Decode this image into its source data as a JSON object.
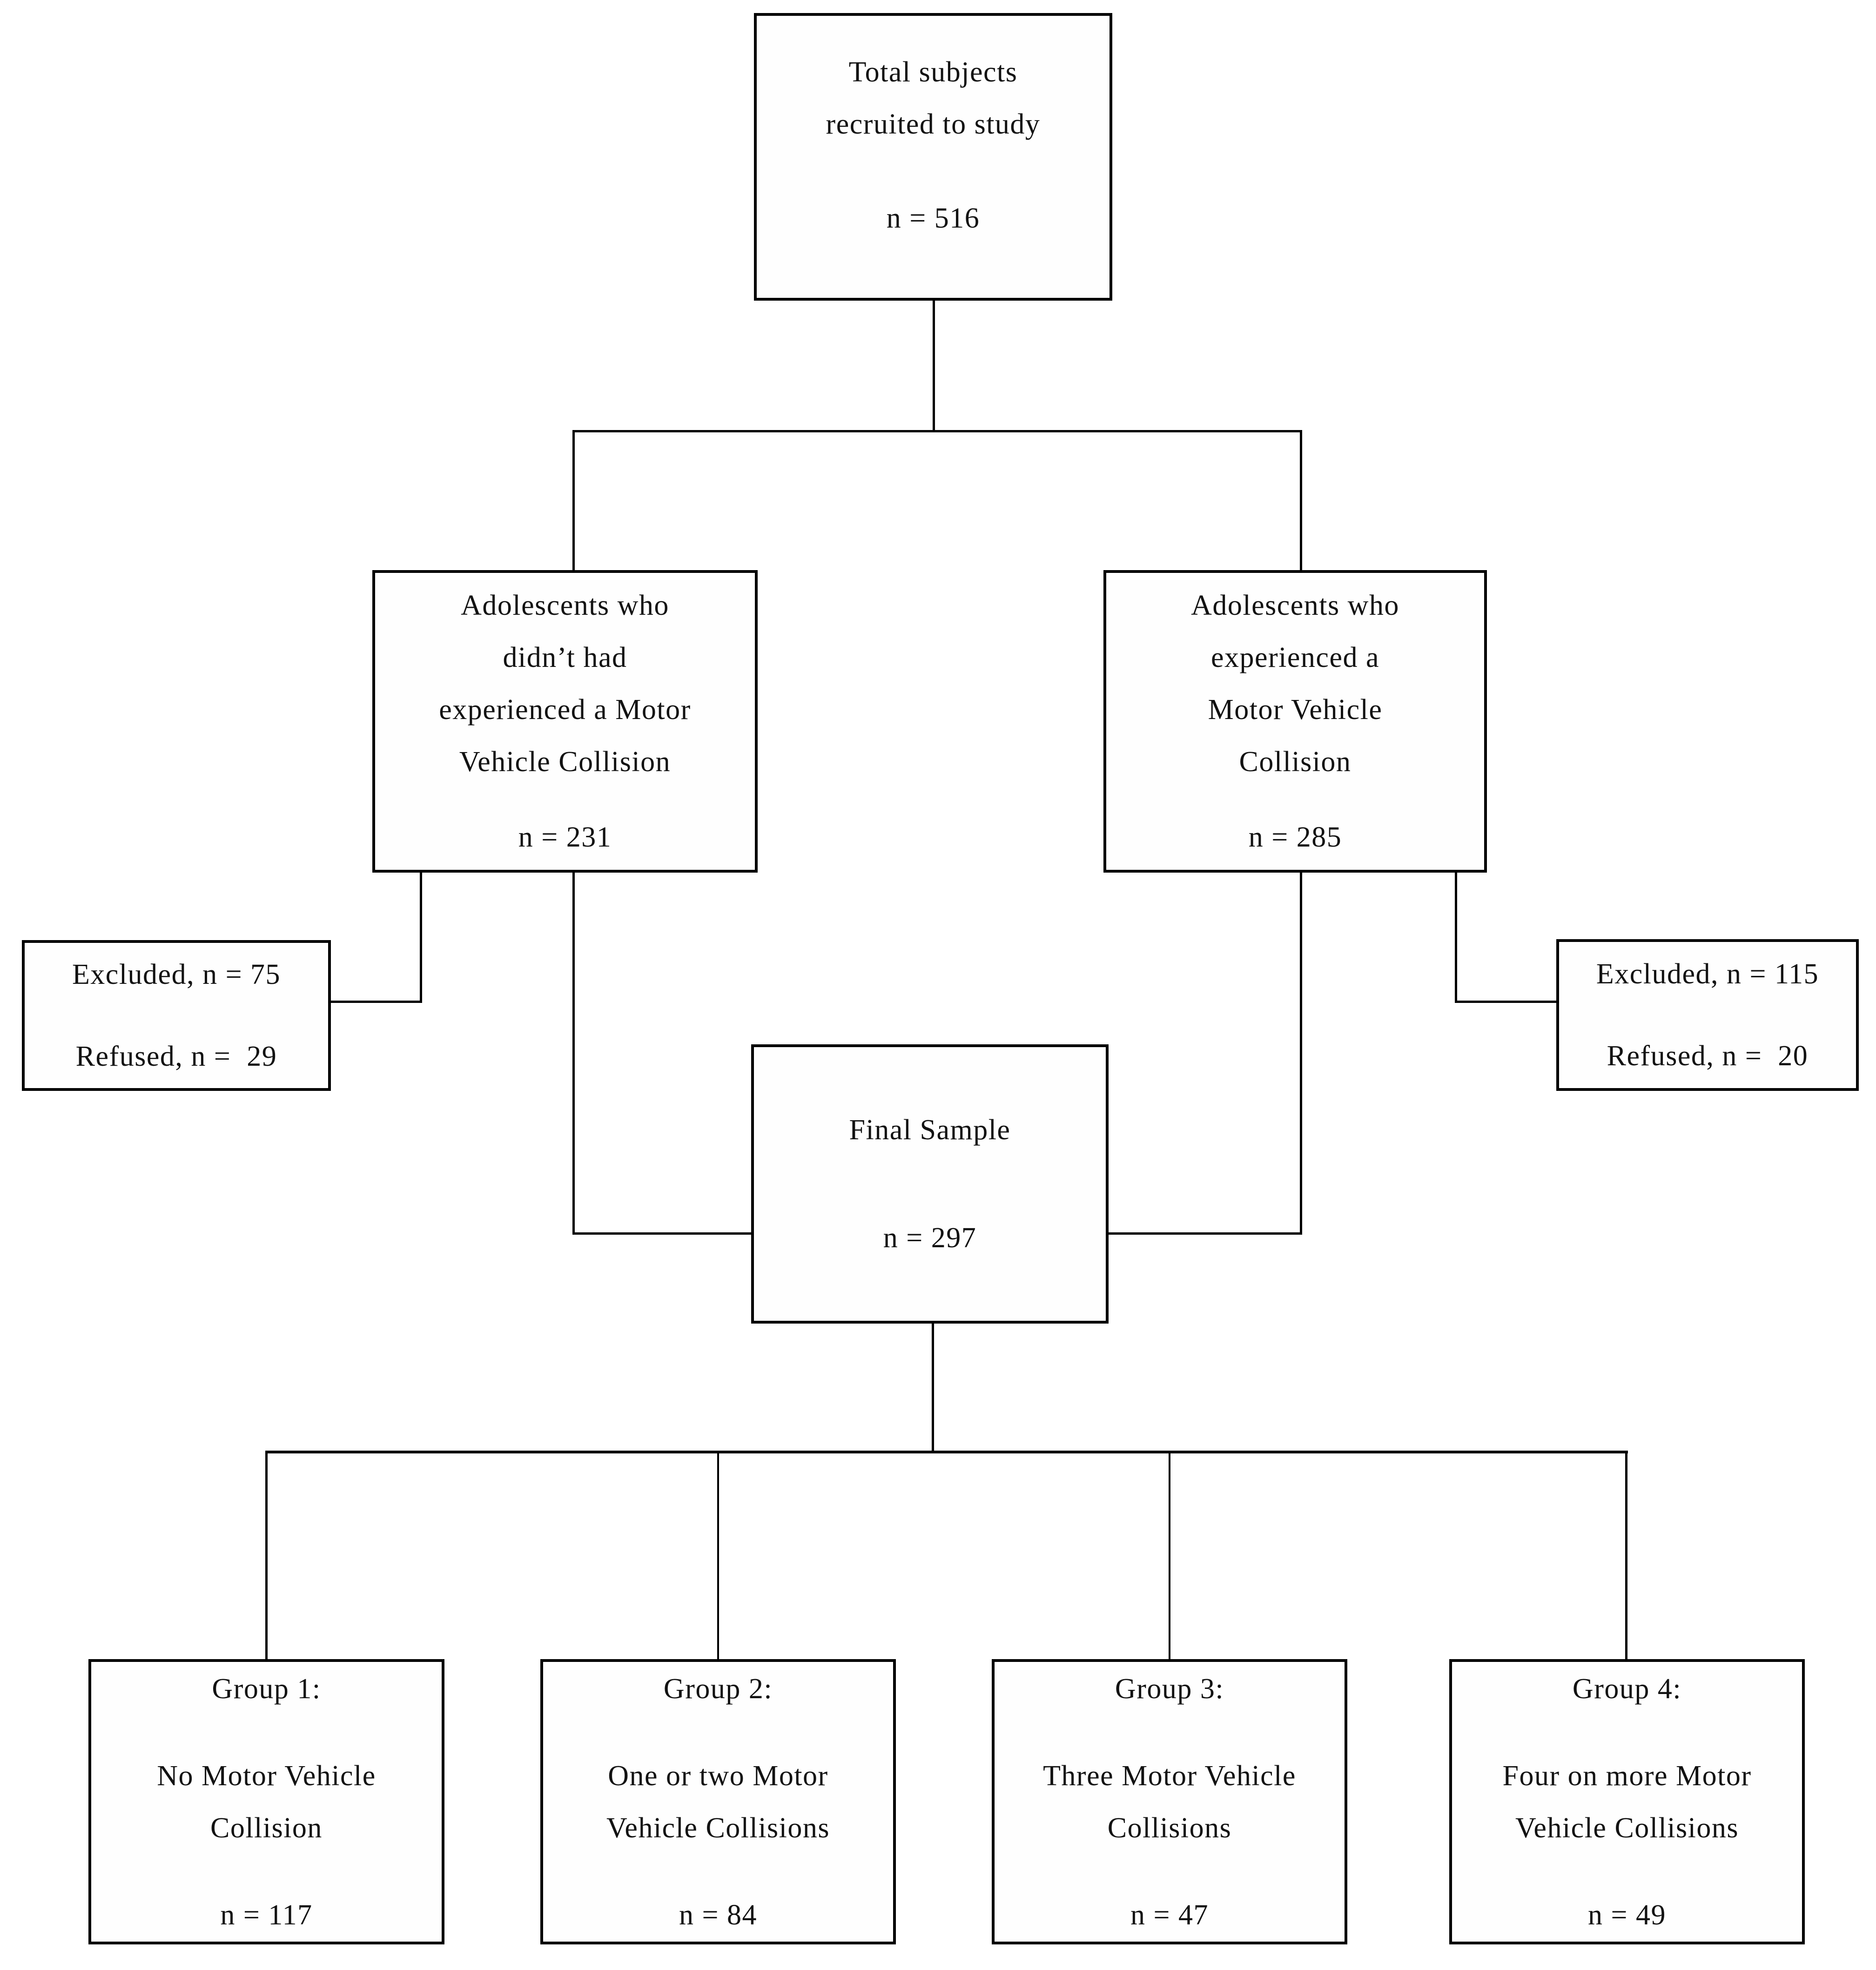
{
  "nodes": {
    "total": {
      "label": "Total subjects\nrecruited to study",
      "n": "n = 516"
    },
    "no_mvc": {
      "label": "Adolescents who\ndidn’t had\nexperienced a Motor\nVehicle Collision",
      "n": "n = 231"
    },
    "mvc": {
      "label": "Adolescents who\nexperienced a\nMotor Vehicle\nCollision",
      "n": "n = 285"
    },
    "excluded_no_mvc": {
      "line1": "Excluded, n = 75",
      "line2": "Refused, n =  29"
    },
    "excluded_mvc": {
      "line1": "Excluded, n = 115",
      "line2": "Refused, n =  20"
    },
    "final_sample": {
      "label": "Final Sample",
      "n": "n = 297"
    },
    "group1": {
      "title": "Group 1:",
      "desc": "No Motor Vehicle\nCollision",
      "n": "n = 117"
    },
    "group2": {
      "title": "Group 2:",
      "desc": "One or two Motor\nVehicle Collisions",
      "n": "n = 84"
    },
    "group3": {
      "title": "Group 3:",
      "desc": "Three Motor Vehicle\nCollisions",
      "n": "n = 47"
    },
    "group4": {
      "title": "Group 4:",
      "desc": "Four on more Motor\nVehicle Collisions",
      "n": "n = 49"
    }
  }
}
